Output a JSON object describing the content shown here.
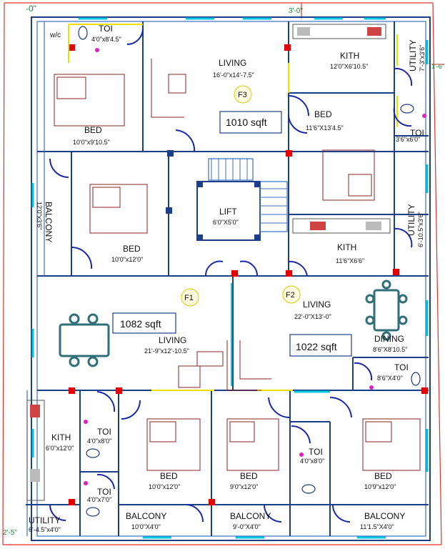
{
  "markers": {
    "top_left": "-0\"",
    "top_mid": "3'-0\"",
    "right": "1'-6\"",
    "bottom_left": "2'-5\""
  },
  "f3": {
    "marker": "F3",
    "area": "1010 sqft",
    "wc": "w/c",
    "toi": {
      "name": "TOI",
      "dim": "4'0\"x8'4.5\""
    },
    "living": {
      "name": "LIVING",
      "dim": "16'-0\"x14'-7.5\""
    },
    "kith": {
      "name": "KITH",
      "dim": "12'0\"X6'10.5\""
    },
    "bed1": {
      "name": "BED",
      "dim": "11'6\"X13'4.5\""
    },
    "bed2": {
      "name": "BED",
      "dim": "10'0\"x9'10.5\""
    },
    "utility": {
      "name": "UTILITY",
      "dim": "7'-3\"x3'6\""
    },
    "toi2": {
      "name": "TOI",
      "dim": "3'6\"x6'0\""
    }
  },
  "middle": {
    "balcony": {
      "name": "BALCONY",
      "dim": "12'0\"x3'6\""
    },
    "bed": {
      "name": "BED",
      "dim": "10'0\"x12'0\""
    },
    "lift": {
      "name": "LIFT",
      "dim": "6'0\"X5'0\""
    }
  },
  "f1": {
    "marker": "F1",
    "area": "1082 sqft",
    "living": {
      "name": "LIVING",
      "dim": "21'-9\"x12'-10.5\""
    },
    "kith": {
      "name": "KITH",
      "dim": "6'0\"x12'0\""
    },
    "toi1": {
      "name": "TOI",
      "dim": "4'0\"x8'0\""
    },
    "toi2": {
      "name": "TOI",
      "dim": "4'0\"x7'0\""
    },
    "bed": {
      "name": "BED",
      "dim": "10'0\"x12'0\""
    },
    "utility": {
      "name": "UTILITY",
      "dim": "6'-4.5\"x4'0\""
    },
    "balcony": {
      "name": "BALCONY",
      "dim": "10'0\"X4'0\""
    }
  },
  "f2": {
    "marker": "F2",
    "area": "1022 sqft",
    "living": {
      "name": "LIVING",
      "dim": "22'-0\"X13'-0\""
    },
    "kith": {
      "name": "KITH",
      "dim": "11'6\"X6'6\""
    },
    "utility": {
      "name": "UTILITY",
      "dim": "6'-10.5\"x3'6\""
    },
    "dining": {
      "name": "DINING",
      "dim": "8'6\"X8'10.5\""
    },
    "toi": {
      "name": "TOI",
      "dim": "8'6\"X4'0\""
    },
    "bed1": {
      "name": "BED",
      "dim": "9'0\"x12'0\""
    },
    "toi2": {
      "name": "TOI",
      "dim": "4'0\"x8'0\""
    },
    "bed2": {
      "name": "BED",
      "dim": "10'9\"x12'0\""
    },
    "balcony1": {
      "name": "BALCONY",
      "dim": "9'-0\"X4'0\""
    },
    "balcony2": {
      "name": "BALCONY",
      "dim": "11'1.5\"X4'0\""
    }
  }
}
